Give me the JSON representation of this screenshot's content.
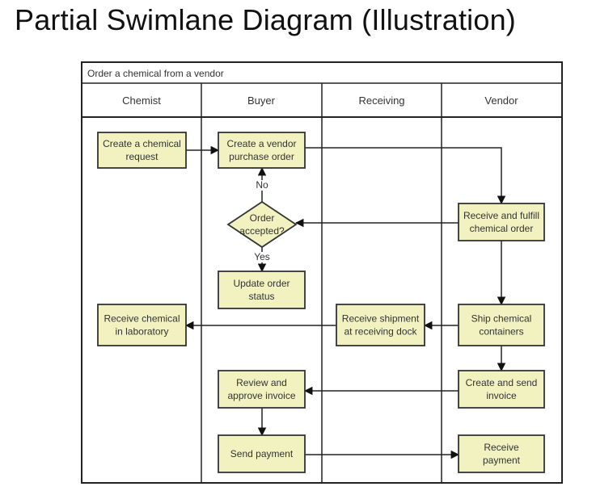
{
  "page_title": "Partial Swimlane Diagram (Illustration)",
  "diagram": {
    "process_title": "Order a chemical from a vendor",
    "lanes": [
      "Chemist",
      "Buyer",
      "Receiving",
      "Vendor"
    ],
    "node_fill": "#f2f2c0",
    "node_stroke": "#333333",
    "nodes": [
      {
        "id": "n1",
        "lane": "Chemist",
        "shape": "process",
        "lines": [
          "Create a chemical",
          "request"
        ]
      },
      {
        "id": "n2",
        "lane": "Buyer",
        "shape": "process",
        "lines": [
          "Create a vendor",
          "purchase order"
        ]
      },
      {
        "id": "n3",
        "lane": "Vendor",
        "shape": "process",
        "lines": [
          "Receive and fulfill",
          "chemical order"
        ]
      },
      {
        "id": "n4",
        "lane": "Buyer",
        "shape": "decision",
        "lines": [
          "Order",
          "accepted?"
        ]
      },
      {
        "id": "n5",
        "lane": "Buyer",
        "shape": "process",
        "lines": [
          "Update order",
          "status"
        ]
      },
      {
        "id": "n6",
        "lane": "Chemist",
        "shape": "process",
        "lines": [
          "Receive chemical",
          "in laboratory"
        ]
      },
      {
        "id": "n7",
        "lane": "Receiving",
        "shape": "process",
        "lines": [
          "Receive shipment",
          "at receiving dock"
        ]
      },
      {
        "id": "n8",
        "lane": "Vendor",
        "shape": "process",
        "lines": [
          "Ship chemical",
          "containers"
        ]
      },
      {
        "id": "n9",
        "lane": "Buyer",
        "shape": "process",
        "lines": [
          "Review and",
          "approve invoice"
        ]
      },
      {
        "id": "n10",
        "lane": "Vendor",
        "shape": "process",
        "lines": [
          "Create and send",
          "invoice"
        ]
      },
      {
        "id": "n11",
        "lane": "Buyer",
        "shape": "process",
        "lines": [
          "Send payment"
        ]
      },
      {
        "id": "n12",
        "lane": "Vendor",
        "shape": "process",
        "lines": [
          "Receive",
          "payment"
        ]
      }
    ],
    "edges": [
      {
        "from": "n1",
        "to": "n2",
        "label": ""
      },
      {
        "from": "n2",
        "to": "n3",
        "label": ""
      },
      {
        "from": "n3",
        "to": "n4",
        "label": ""
      },
      {
        "from": "n4",
        "to": "n2",
        "label": "No"
      },
      {
        "from": "n4",
        "to": "n5",
        "label": "Yes"
      },
      {
        "from": "n3",
        "to": "n8",
        "label": ""
      },
      {
        "from": "n8",
        "to": "n7",
        "label": ""
      },
      {
        "from": "n7",
        "to": "n6",
        "label": ""
      },
      {
        "from": "n8",
        "to": "n10",
        "label": ""
      },
      {
        "from": "n10",
        "to": "n9",
        "label": ""
      },
      {
        "from": "n9",
        "to": "n11",
        "label": ""
      },
      {
        "from": "n11",
        "to": "n12",
        "label": ""
      }
    ]
  }
}
